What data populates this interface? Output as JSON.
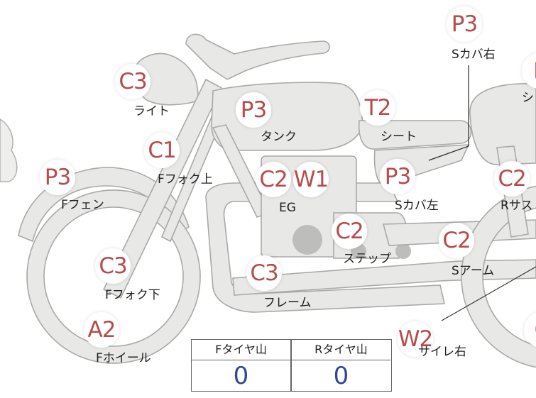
{
  "parts": [
    {
      "id": "p3-tl",
      "code": "P3",
      "label": "Sカバ右"
    },
    {
      "id": "p-tr",
      "code": "P",
      "label": "シ"
    },
    {
      "id": "c3-light",
      "code": "C3",
      "label": "ライト"
    },
    {
      "id": "p3-tank",
      "code": "P3",
      "label": "タンク"
    },
    {
      "id": "t2-seat",
      "code": "T2",
      "label": "シート"
    },
    {
      "id": "c1-fork",
      "code": "C1",
      "label": "Fフォク上"
    },
    {
      "id": "p3-ffen",
      "code": "P3",
      "label": "Fフェン"
    },
    {
      "id": "c2-eg",
      "code": "C2",
      "label": "EG"
    },
    {
      "id": "w1",
      "code": "W1",
      "label": ""
    },
    {
      "id": "p3-scov",
      "code": "P3",
      "label": "Sカバ左"
    },
    {
      "id": "c2-rs",
      "code": "C2",
      "label": "Rサス"
    },
    {
      "id": "c2-step",
      "code": "C2",
      "label": "ステップ"
    },
    {
      "id": "c2-sarm",
      "code": "C2",
      "label": "Sアーム"
    },
    {
      "id": "c3-ffork",
      "code": "C3",
      "label": "Fフォク下"
    },
    {
      "id": "c3-frame",
      "code": "C3",
      "label": "フレーム"
    },
    {
      "id": "a2-wheel",
      "code": "A2",
      "label": "Fホイール"
    },
    {
      "id": "w2",
      "code": "W2",
      "label": "サイレ右"
    },
    {
      "id": "c-edge",
      "code": "C",
      "label": ""
    }
  ],
  "tread_table": {
    "front_header": "Fタイヤ山",
    "front_value": "0",
    "rear_header": "Rタイヤ山",
    "rear_value": "0"
  },
  "colors": {
    "code_text": "#b84b4b",
    "value_text": "#2f4896",
    "part_fill": "#e8e8e6"
  }
}
